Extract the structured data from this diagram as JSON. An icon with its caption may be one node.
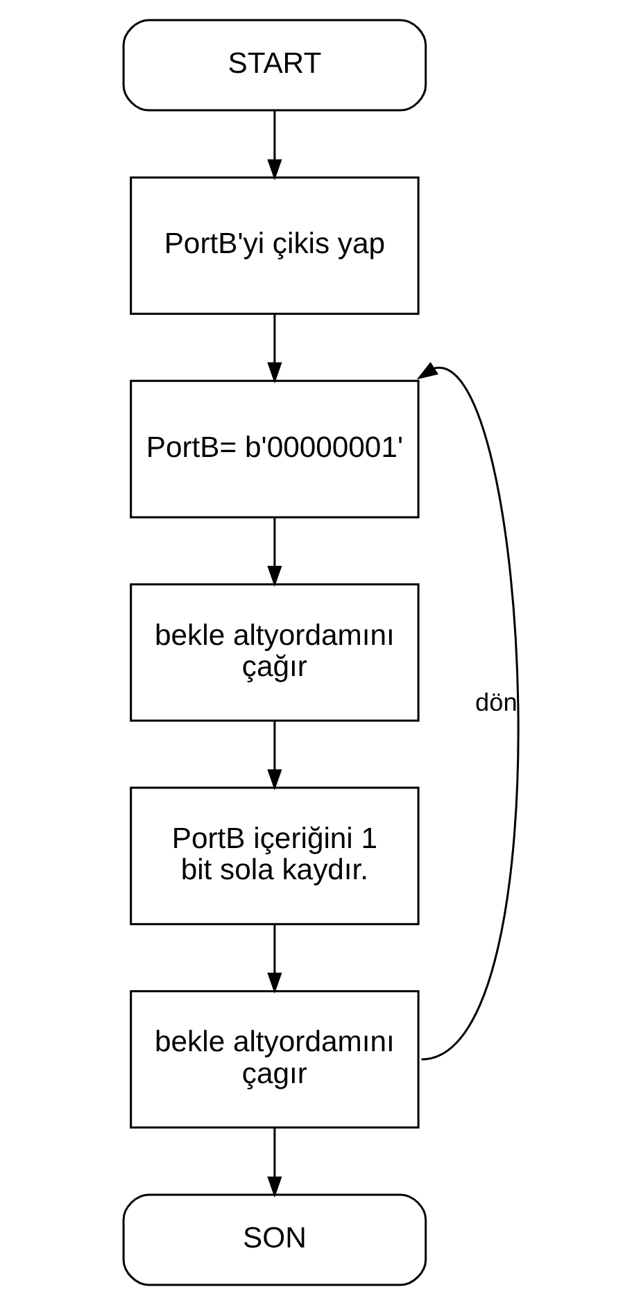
{
  "diagram": {
    "nodes": [
      {
        "text": [
          "START"
        ]
      },
      {
        "text": [
          "PortB'yi çikis yap"
        ]
      },
      {
        "text": [
          "PortB= b'00000001'"
        ]
      },
      {
        "text": [
          "bekle altyordamını çağır"
        ]
      },
      {
        "text": [
          "PortB içeriğini 1 bit sola kaydır."
        ]
      },
      {
        "text": [
          "bekle altyordamını çagır"
        ]
      },
      {
        "text": [
          "SON"
        ]
      }
    ],
    "edges": [
      {
        "from": 0,
        "to": 1,
        "arrow": "to"
      },
      {
        "from": 1,
        "to": 2,
        "arrow": "to"
      },
      {
        "from": 2,
        "to": 3,
        "arrow": "to"
      },
      {
        "from": 3,
        "to": 4,
        "arrow": "to"
      },
      {
        "from": 4,
        "to": 5,
        "arrow": "to"
      },
      {
        "from": 5,
        "to": 6,
        "arrow": "to"
      },
      {
        "from": 5,
        "to": 2,
        "arrow": "to",
        "label": "dön"
      }
    ]
  }
}
